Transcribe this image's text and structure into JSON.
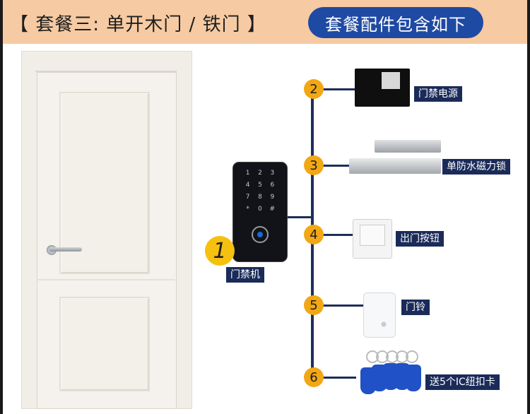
{
  "header": {
    "title": "【 套餐三: 单开木门 / 铁门 】",
    "pill": "套餐配件包含如下"
  },
  "main_device": {
    "number": "1",
    "label": "门禁机",
    "keys": [
      "1",
      "2",
      "3",
      "4",
      "5",
      "6",
      "7",
      "8",
      "9",
      "*",
      "0",
      "#"
    ]
  },
  "components": [
    {
      "number": "2",
      "label": "门禁电源"
    },
    {
      "number": "3",
      "label": "单防水磁力锁"
    },
    {
      "number": "4",
      "label": "出门按钮"
    },
    {
      "number": "5",
      "label": "门铃"
    },
    {
      "number": "6",
      "label": "送5个IC纽扣卡"
    }
  ],
  "colors": {
    "header_bg": "#f6caa2",
    "pill_bg": "#1f4aa3",
    "number_badge": "#f2a714",
    "label_bg": "#1b2b59"
  }
}
